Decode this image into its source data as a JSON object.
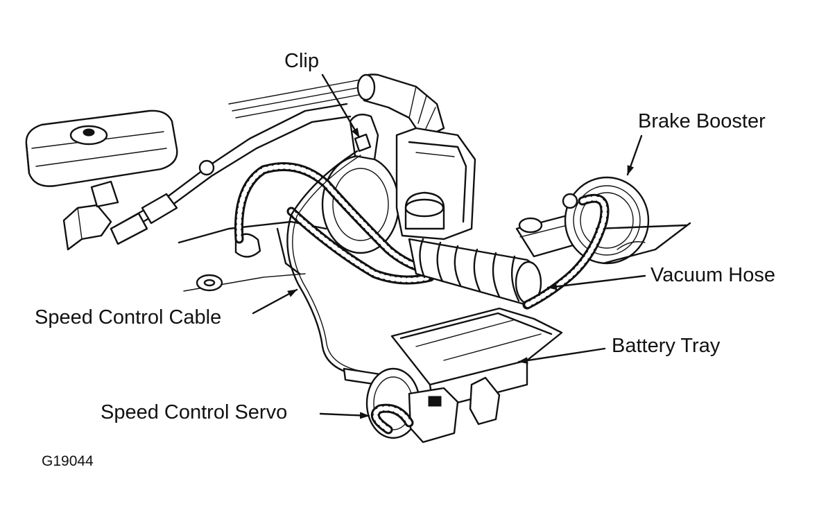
{
  "labels": {
    "clip": "Clip",
    "brake_booster": "Brake Booster",
    "vacuum_hose": "Vacuum Hose",
    "speed_control_cable": "Speed Control Cable",
    "battery_tray": "Battery Tray",
    "speed_control_servo": "Speed Control Servo"
  },
  "figure_code": "G19044",
  "colors": {
    "ink": "#111111",
    "background": "#ffffff"
  }
}
